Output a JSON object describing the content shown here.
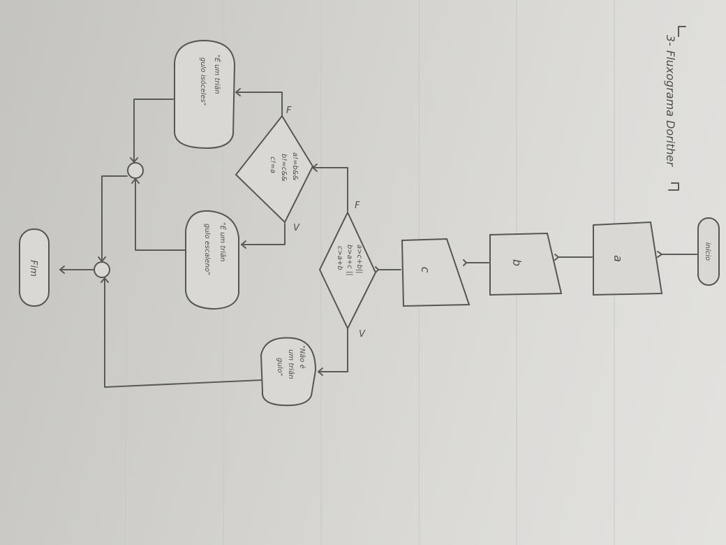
{
  "title": {
    "number": "3-",
    "text": "Fluxograma Dorither"
  },
  "nodes": {
    "start": "início",
    "input_a": "a",
    "input_b": "b",
    "input_c": "c",
    "decision1": [
      "a>c+b||",
      "b>a+c ||",
      "c>a+b"
    ],
    "decision2": [
      "a!=b&&",
      "b!=c&&",
      "c!=a"
    ],
    "out_not": [
      "\"Não é",
      "um triân",
      "gulo\""
    ],
    "out_scalene": [
      "\"É um triân",
      "gulo escaleno\""
    ],
    "out_isosceles": [
      "\"É um triân",
      "gulo isóceles\""
    ],
    "end": "Fim"
  },
  "edges": {
    "true": "V",
    "false": "F"
  },
  "colors": {
    "paper": "#d6d5d1",
    "pencil": "#5a5a58"
  }
}
